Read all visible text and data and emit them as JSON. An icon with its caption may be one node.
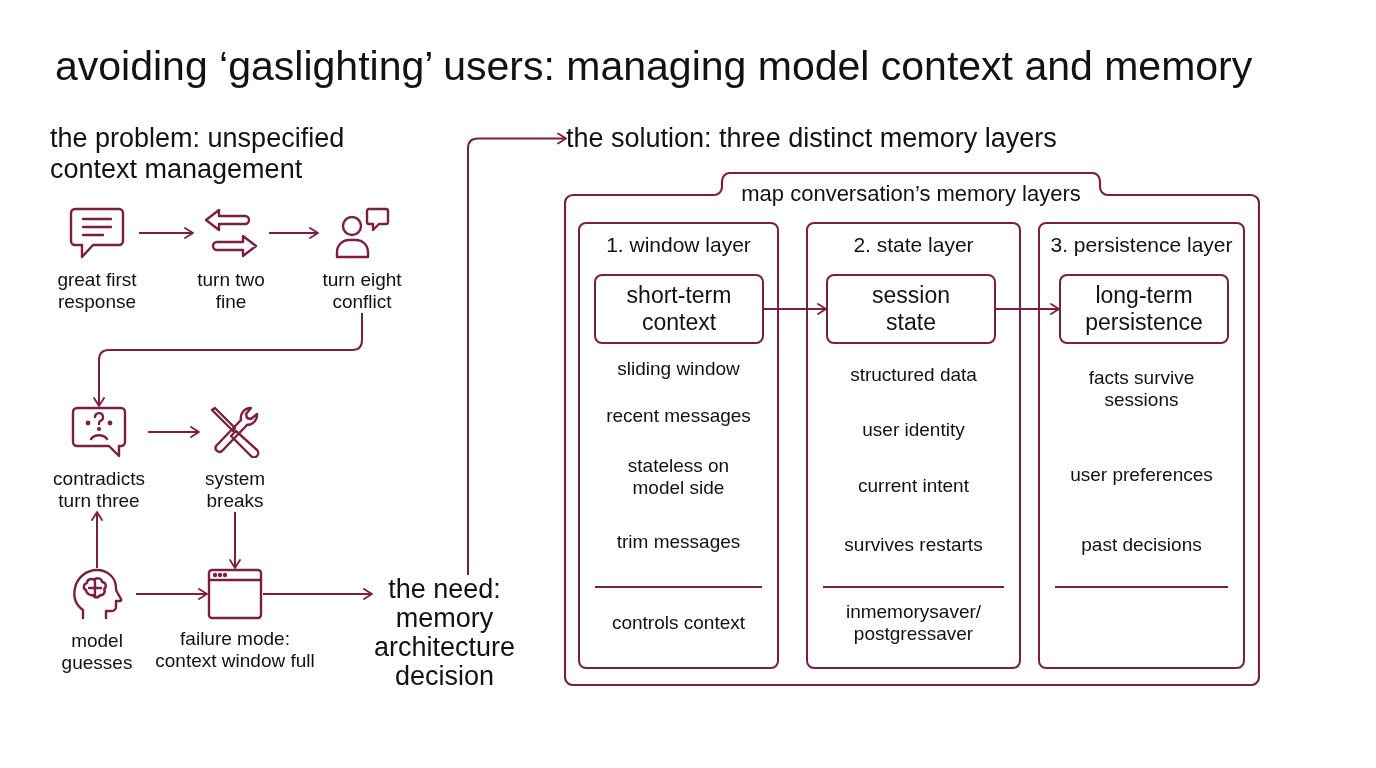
{
  "diagram": {
    "title": "avoiding ‘gaslighting’ users: managing model context and memory",
    "nodes": [
      {
        "text": [
          "great first response"
        ]
      },
      {
        "text": [
          "turn two fine"
        ]
      },
      {
        "text": [
          "turn eight conflict"
        ]
      },
      {
        "text": [
          "contradicts turn three"
        ]
      },
      {
        "text": [
          "system breaks"
        ]
      },
      {
        "text": [
          "model guesses"
        ]
      },
      {
        "text": [],
        "shape": "picture",
        "beside": [
          "failure mode: context window full"
        ]
      },
      {
        "text": [
          "the need: memory architecture decision"
        ]
      },
      {
        "text": [
          "the solution: three distinct memory layers"
        ]
      },
      {
        "text": [
          "map conversation’s memory layers"
        ]
      },
      {
        "text": [
          "1. window layer",
          "sliding window",
          "recent messages",
          "stateless on model side",
          "trim messages",
          "controls context"
        ],
        "in": 9
      },
      {
        "text": [
          "short-term context"
        ],
        "in": 10
      },
      {
        "text": [
          "2. state layer",
          "structured data",
          "user identity",
          "current intent",
          "survives restarts",
          "inmemorysaver/ postgressaver"
        ],
        "in": 9
      },
      {
        "text": [
          "session state"
        ],
        "in": 12
      },
      {
        "text": [
          "3. persistence layer",
          "facts survive sessions",
          "user preferences",
          "past decisions"
        ],
        "in": 9
      },
      {
        "text": [
          "long-term persistence"
        ],
        "in": 14
      }
    ],
    "edges": [
      {
        "from": 0,
        "to": 1,
        "arrow": "to"
      },
      {
        "from": 1,
        "to": 2,
        "arrow": "to"
      },
      {
        "from": 2,
        "to": 3,
        "arrow": "to"
      },
      {
        "from": 3,
        "to": 4,
        "arrow": "to"
      },
      {
        "from": 5,
        "to": 3,
        "arrow": "to"
      },
      {
        "from": 4,
        "to": 6,
        "arrow": "to"
      },
      {
        "from": 5,
        "to": 6,
        "arrow": "to"
      },
      {
        "from": 6,
        "to": 7,
        "arrow": "to"
      },
      {
        "from": 7,
        "to": 8,
        "arrow": "to"
      },
      {
        "from": 11,
        "to": 13,
        "arrow": "to"
      },
      {
        "from": 13,
        "to": 15,
        "arrow": "to"
      }
    ],
    "labels": [
      "the problem: unspecified context management"
    ]
  }
}
